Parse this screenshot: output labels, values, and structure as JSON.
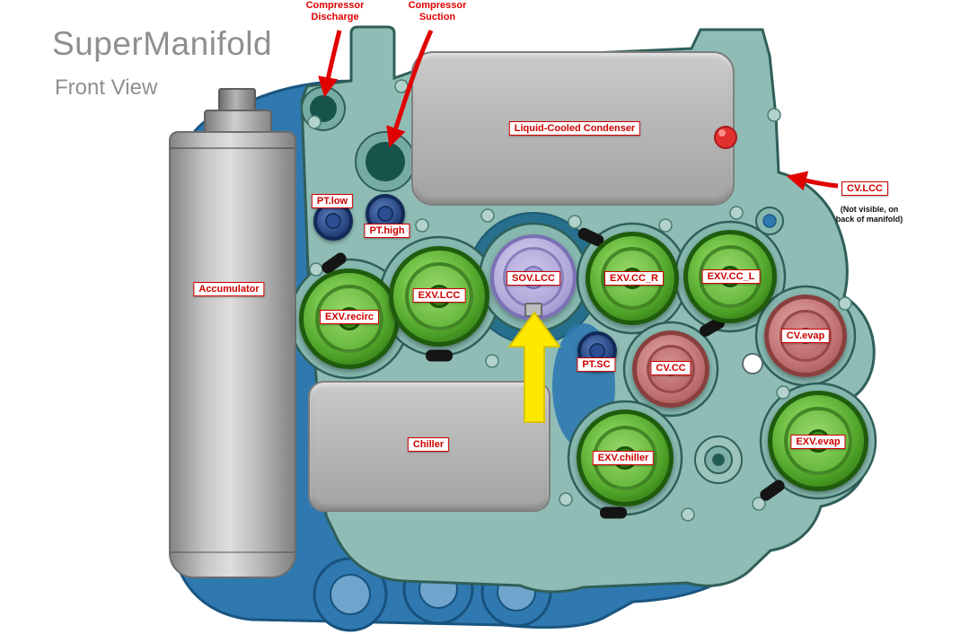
{
  "title": {
    "main": "SuperManifold",
    "sub": "Front View"
  },
  "colors": {
    "manifold_teal": "#86b8af",
    "background_blue": "#2f79b0",
    "valve_green": "#4ea228",
    "valve_red": "#c47676",
    "valve_purple": "#b2a9da",
    "sensor_blue": "#1d3a72",
    "label_red": "#cf0000",
    "arrow_yellow": "#ffe800",
    "dot_red": "#e23030",
    "block_gray": "#b8b8b8"
  },
  "annotations": {
    "compressor_discharge": [
      "Compressor",
      "Discharge"
    ],
    "compressor_suction": [
      "Compressor",
      "Suction"
    ],
    "cv_lcc_note": [
      "(Not visible, on",
      "back of manifold)"
    ]
  },
  "components": {
    "condenser": "Liquid-Cooled Condenser",
    "chiller": "Chiller",
    "accumulator": "Accumulator",
    "pt_low": "PT.low",
    "pt_high": "PT.high",
    "pt_sc": "PT.SC",
    "exv_recirc": "EXV.recirc",
    "exv_lcc": "EXV.LCC",
    "sov_lcc": "SOV.LCC",
    "exv_cc_r": "EXV.CC_R",
    "exv_cc_l": "EXV.CC_L",
    "cv_lcc": "CV.LCC",
    "cv_cc": "CV.CC",
    "cv_evap": "CV.evap",
    "exv_chiller": "EXV.chiller",
    "exv_evap": "EXV.evap"
  }
}
